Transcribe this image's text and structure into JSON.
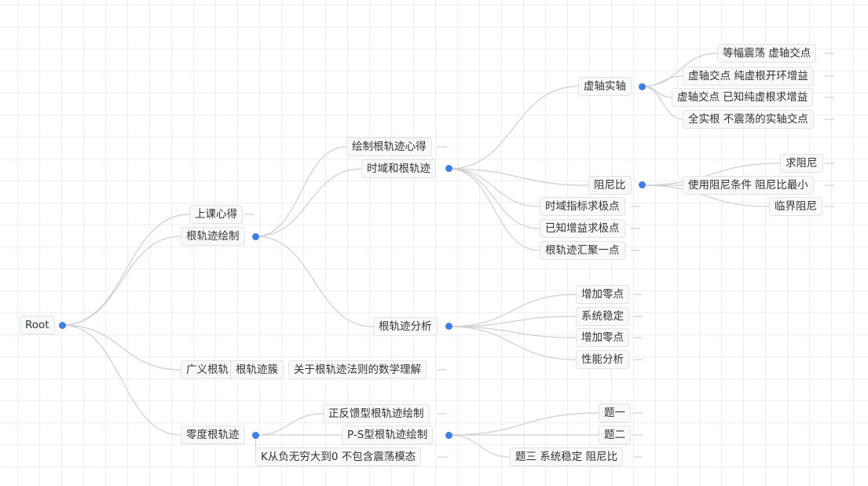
{
  "mindmap": {
    "accent_color": "#3f7ee8",
    "link_color": "#cfcfcf",
    "root": "Root",
    "nodes": {
      "n1": "根轨迹绘制",
      "n2": "上课心得",
      "n3": "时域和根轨迹",
      "n4": "绘制根轨迹心得",
      "n5": "虚轴实轴",
      "n6": "等幅震荡 虚轴交点",
      "n7": "虚轴交点 纯虚根开环增益",
      "n8": "虚轴交点 已知纯虚根求增益",
      "n9": "全实根 不震荡的实轴交点",
      "n10": "阻尼比",
      "n11": "使用阻尼条件 阻尼比最小",
      "n12": "求阻尼",
      "n13": "临界阻尼",
      "n14": "时域指标求极点",
      "n15": "已知增益求极点",
      "n16": "根轨迹汇聚一点",
      "n17": "根轨迹分析",
      "n18": "增加零点",
      "n19": "系统稳定",
      "n20": "增加零点",
      "n21": "性能分析",
      "n22": "广义根轨",
      "n23": "根轨迹簇",
      "n24": "关于根轨迹法则的数学理解",
      "n25": "零度根轨迹",
      "n26": "正反馈型根轨迹绘制",
      "n27": "P-S型根轨迹绘制",
      "n28": "题一",
      "n29": "题二",
      "n30": "题三 系统稳定 阻尼比",
      "n31": "K从负无穷大到0  不包含震荡模态"
    }
  }
}
